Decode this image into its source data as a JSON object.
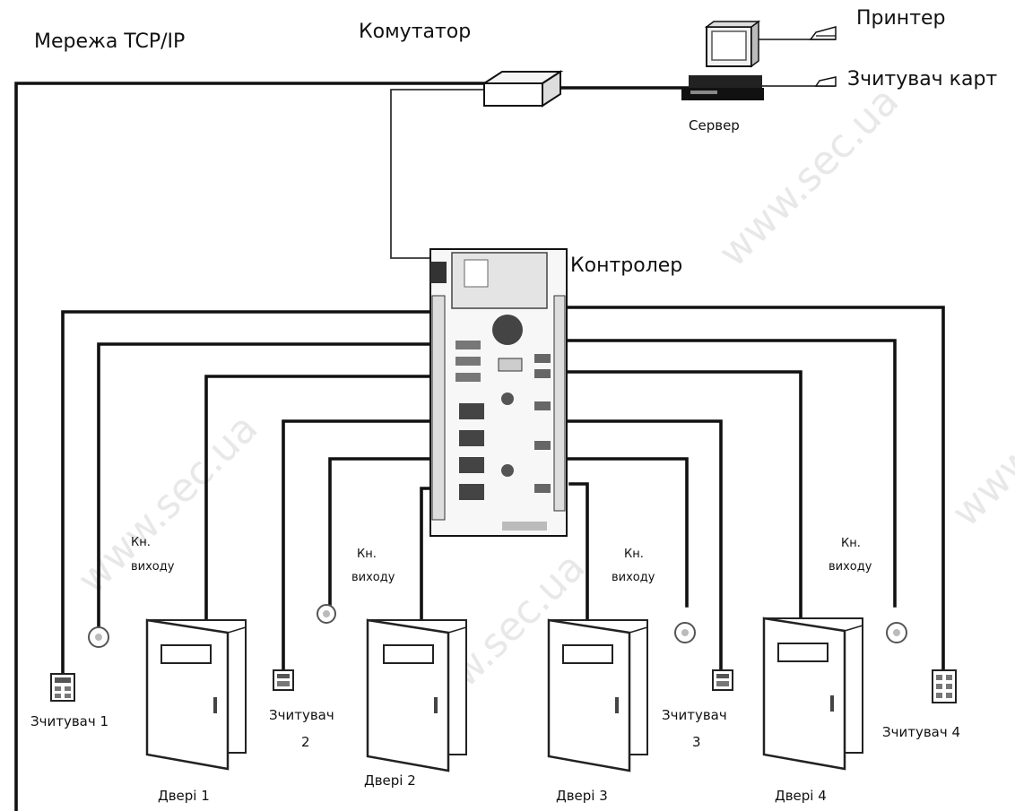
{
  "labels": {
    "network": "Мережа TCP/IP",
    "switch": "Комутатор",
    "printer": "Принтер",
    "card_reader": "Зчитувач карт",
    "server": "Сервер",
    "controller": "Контролер",
    "exit_button_line1": "Кн.",
    "exit_button_line2": "виходу",
    "reader1": "Зчитувач 1",
    "reader2_line1": "Зчитувач",
    "reader2_line2": "2",
    "reader3_line1": "Зчитувач",
    "reader3_line2": "3",
    "reader4": "Зчитувач 4",
    "door1": "Двері 1",
    "door2": "Двері 2",
    "door3": "Двері 3",
    "door4": "Двері 4"
  },
  "watermark": "www.sec.ua"
}
